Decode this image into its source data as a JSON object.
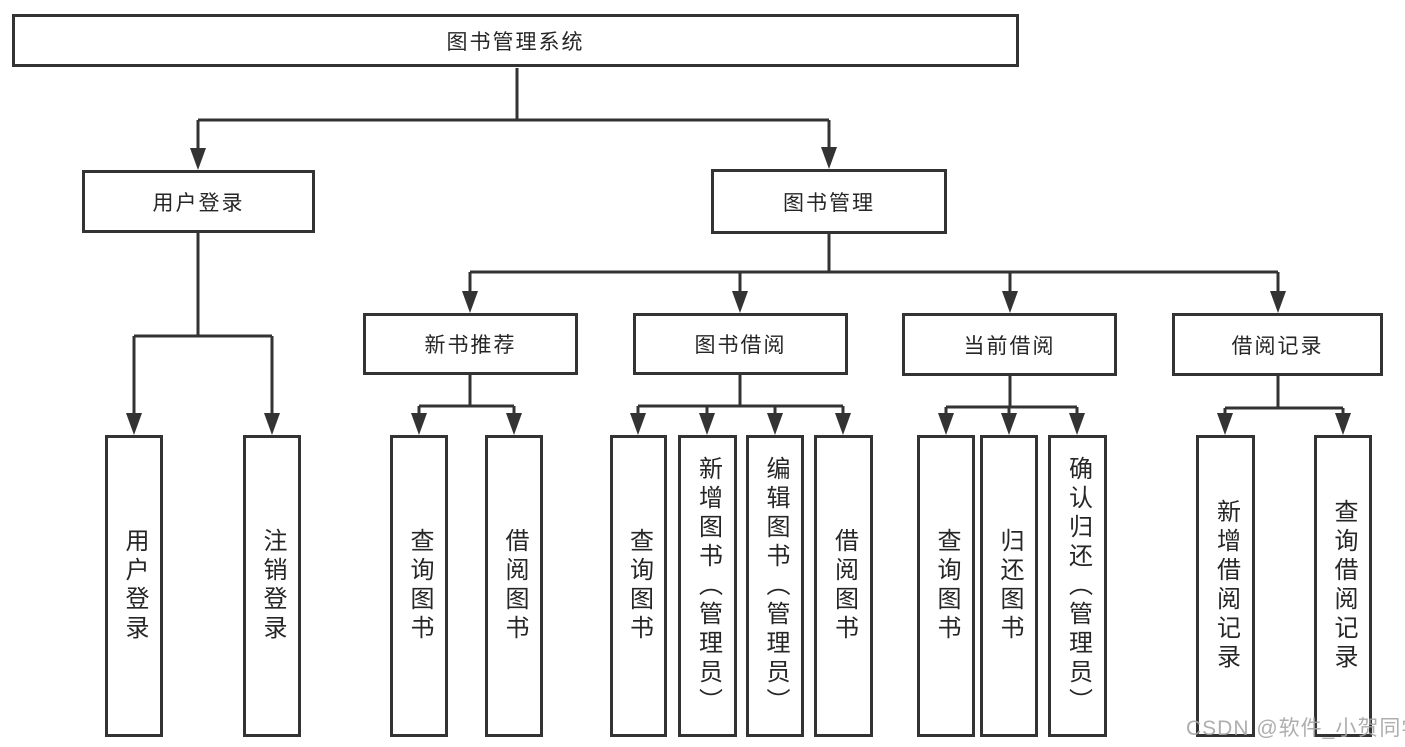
{
  "tree": {
    "root": "图书管理系统",
    "branches": [
      {
        "label": "用户登录",
        "children": [
          "用户登录",
          "注销登录"
        ]
      },
      {
        "label": "图书管理",
        "sections": [
          {
            "label": "新书推荐",
            "children": [
              "查询图书",
              "借阅图书"
            ]
          },
          {
            "label": "图书借阅",
            "children": [
              "查询图书",
              "新增图书（管理员）",
              "编辑图书（管理员）",
              "借阅图书"
            ]
          },
          {
            "label": "当前借阅",
            "children": [
              "查询图书",
              "归还图书",
              "确认归还（管理员）"
            ]
          },
          {
            "label": "借阅记录",
            "children": [
              "新增借阅记录",
              "查询借阅记录"
            ]
          }
        ]
      }
    ]
  },
  "watermark": {
    "text": "CSDN @软件_小贺同学"
  },
  "colors": {
    "line": "#333333",
    "box_border": "#333333",
    "text": "#262626",
    "background": "#ffffff",
    "watermark": "#a5a5a5"
  }
}
